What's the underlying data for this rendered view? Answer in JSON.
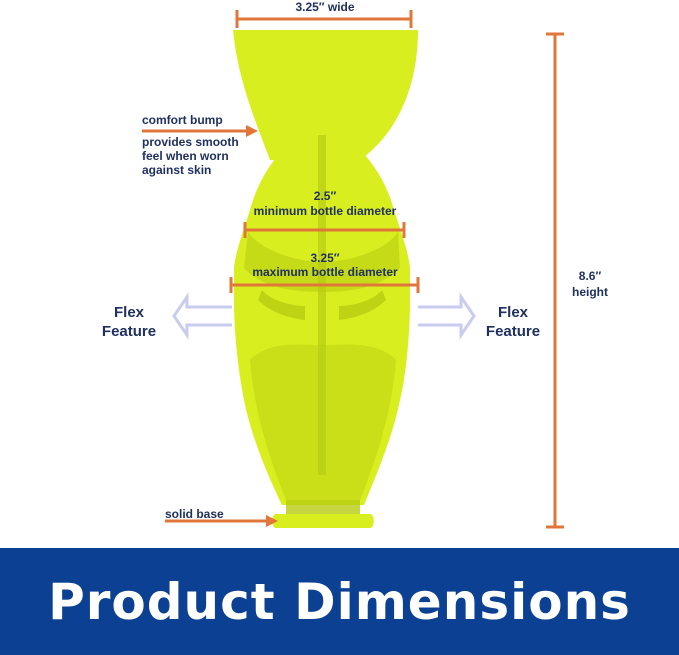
{
  "colors": {
    "product_yellow": "#d9ee1e",
    "product_shadow": "#b7cc12",
    "dimension_orange": "#e0763a",
    "flex_arrow": "#c9ccf0",
    "text_navy": "#20305f",
    "banner_blue": "#0b4093"
  },
  "labels": {
    "width_top": "3.25″ wide",
    "comfort_title": "comfort bump",
    "comfort_desc_1": "provides smooth",
    "comfort_desc_2": "feel when worn",
    "comfort_desc_3": "against skin",
    "min_value": "2.5″",
    "min_text": "minimum bottle diameter",
    "max_value": "3.25″",
    "max_text": "maximum bottle diameter",
    "height_value": "8.6″",
    "height_text": "height",
    "flex_left_1": "Flex",
    "flex_left_2": "Feature",
    "flex_right_1": "Flex",
    "flex_right_2": "Feature",
    "solid_base": "solid base"
  },
  "banner": {
    "title": "Product Dimensions"
  }
}
